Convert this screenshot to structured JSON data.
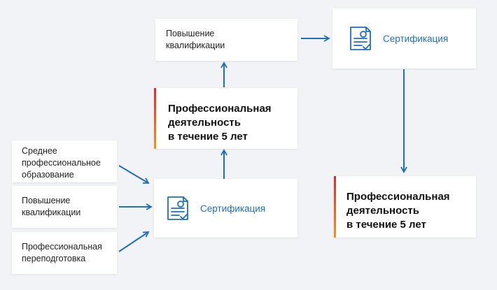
{
  "colors": {
    "arrow": "#1f6fbf",
    "accent_gradient": [
      "#e8262c",
      "#f6921e"
    ],
    "background": "#f1f3f6"
  },
  "nodes": {
    "top_qualification": "Повышение\nквалификации",
    "top_certification": "Сертификация",
    "middle_professional_activity": "Профессиональная\nдеятельность\nв течение 5 лет",
    "left_secondary_education": "Среднее\nпрофессиональное\nобразование",
    "left_qualification": "Повышение\nквалификации",
    "left_retraining": "Профессиональная\nпереподготовка",
    "center_certification": "Сертификация",
    "right_professional_activity": "Профессиональная\nдеятельность\nв течение 5 лет"
  },
  "icons": {
    "certificate": "certificate-document-icon"
  }
}
